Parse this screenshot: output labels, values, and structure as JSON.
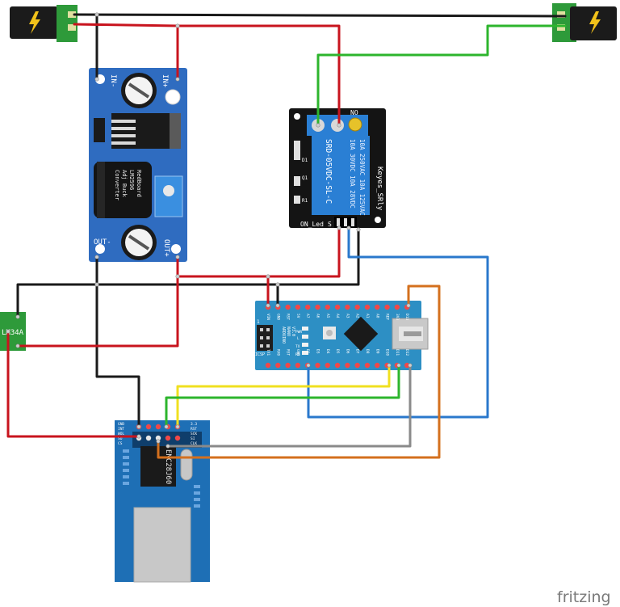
{
  "brand": "fritzing",
  "modules": {
    "buck": {
      "in_minus": "IN-",
      "in_plus": "IN+",
      "out_minus": "OUT-",
      "out_plus": "OUT+",
      "inductor_lines": [
        "RedBoard",
        "LM2596",
        "Adj Buck",
        "Converter"
      ]
    },
    "relay": {
      "no_label": "NO",
      "rating_lines": [
        "10A 250VAC  10A 125VAC",
        "10A 30VDC  10A 28VDC"
      ],
      "model": "SRD-05VDC-SL-C",
      "brand": "Keyes_SRly",
      "d1": "D1",
      "q1": "Q1",
      "r1": "R1",
      "on_led": "ON_Led",
      "s_pin": "S"
    },
    "sensor": {
      "label": "LM34A"
    },
    "nano": {
      "top_pins": [
        "D12",
        "D11",
        "D10",
        "D9",
        "D8",
        "D7",
        "D6",
        "D5",
        "D4",
        "D3",
        "D2",
        "GND",
        "RST",
        "RX0",
        "TX1"
      ],
      "bottom_pins": [
        "D13",
        "3V3",
        "REF",
        "A0",
        "A1",
        "A2",
        "A3",
        "A4",
        "A5",
        "A6",
        "A7",
        "5V",
        "RST",
        "GND",
        "VIN"
      ],
      "name_lines": [
        "ARDUINO",
        "NANO",
        "V3.0"
      ],
      "icsp": "ICSP",
      "pwr": "PWR",
      "rx": "RX",
      "tx": "TX",
      "l": "L",
      "one": "1"
    },
    "eth": {
      "chip": "ENC28J60",
      "pins_top": [
        "GND",
        "INT",
        "WOL",
        "SO",
        "CS"
      ],
      "pins_bottom": [
        "3.3",
        "RST",
        "SCK",
        "SI",
        "CLK"
      ]
    }
  },
  "colors": {
    "wire_black": "#1a1a1a",
    "wire_red": "#c8141e",
    "wire_green": "#2db52d",
    "wire_blue": "#2a78cc",
    "wire_yellow": "#f0e020",
    "wire_gray": "#8a8a8a",
    "wire_orange": "#d4701e",
    "buck_board": "#2f6cc0",
    "relay_board": "#141414",
    "relay_cube": "#2a7fd4",
    "nano_board": "#2d8fc4",
    "eth_board": "#1e6fb5",
    "sensor_board": "#2e9a3a"
  }
}
